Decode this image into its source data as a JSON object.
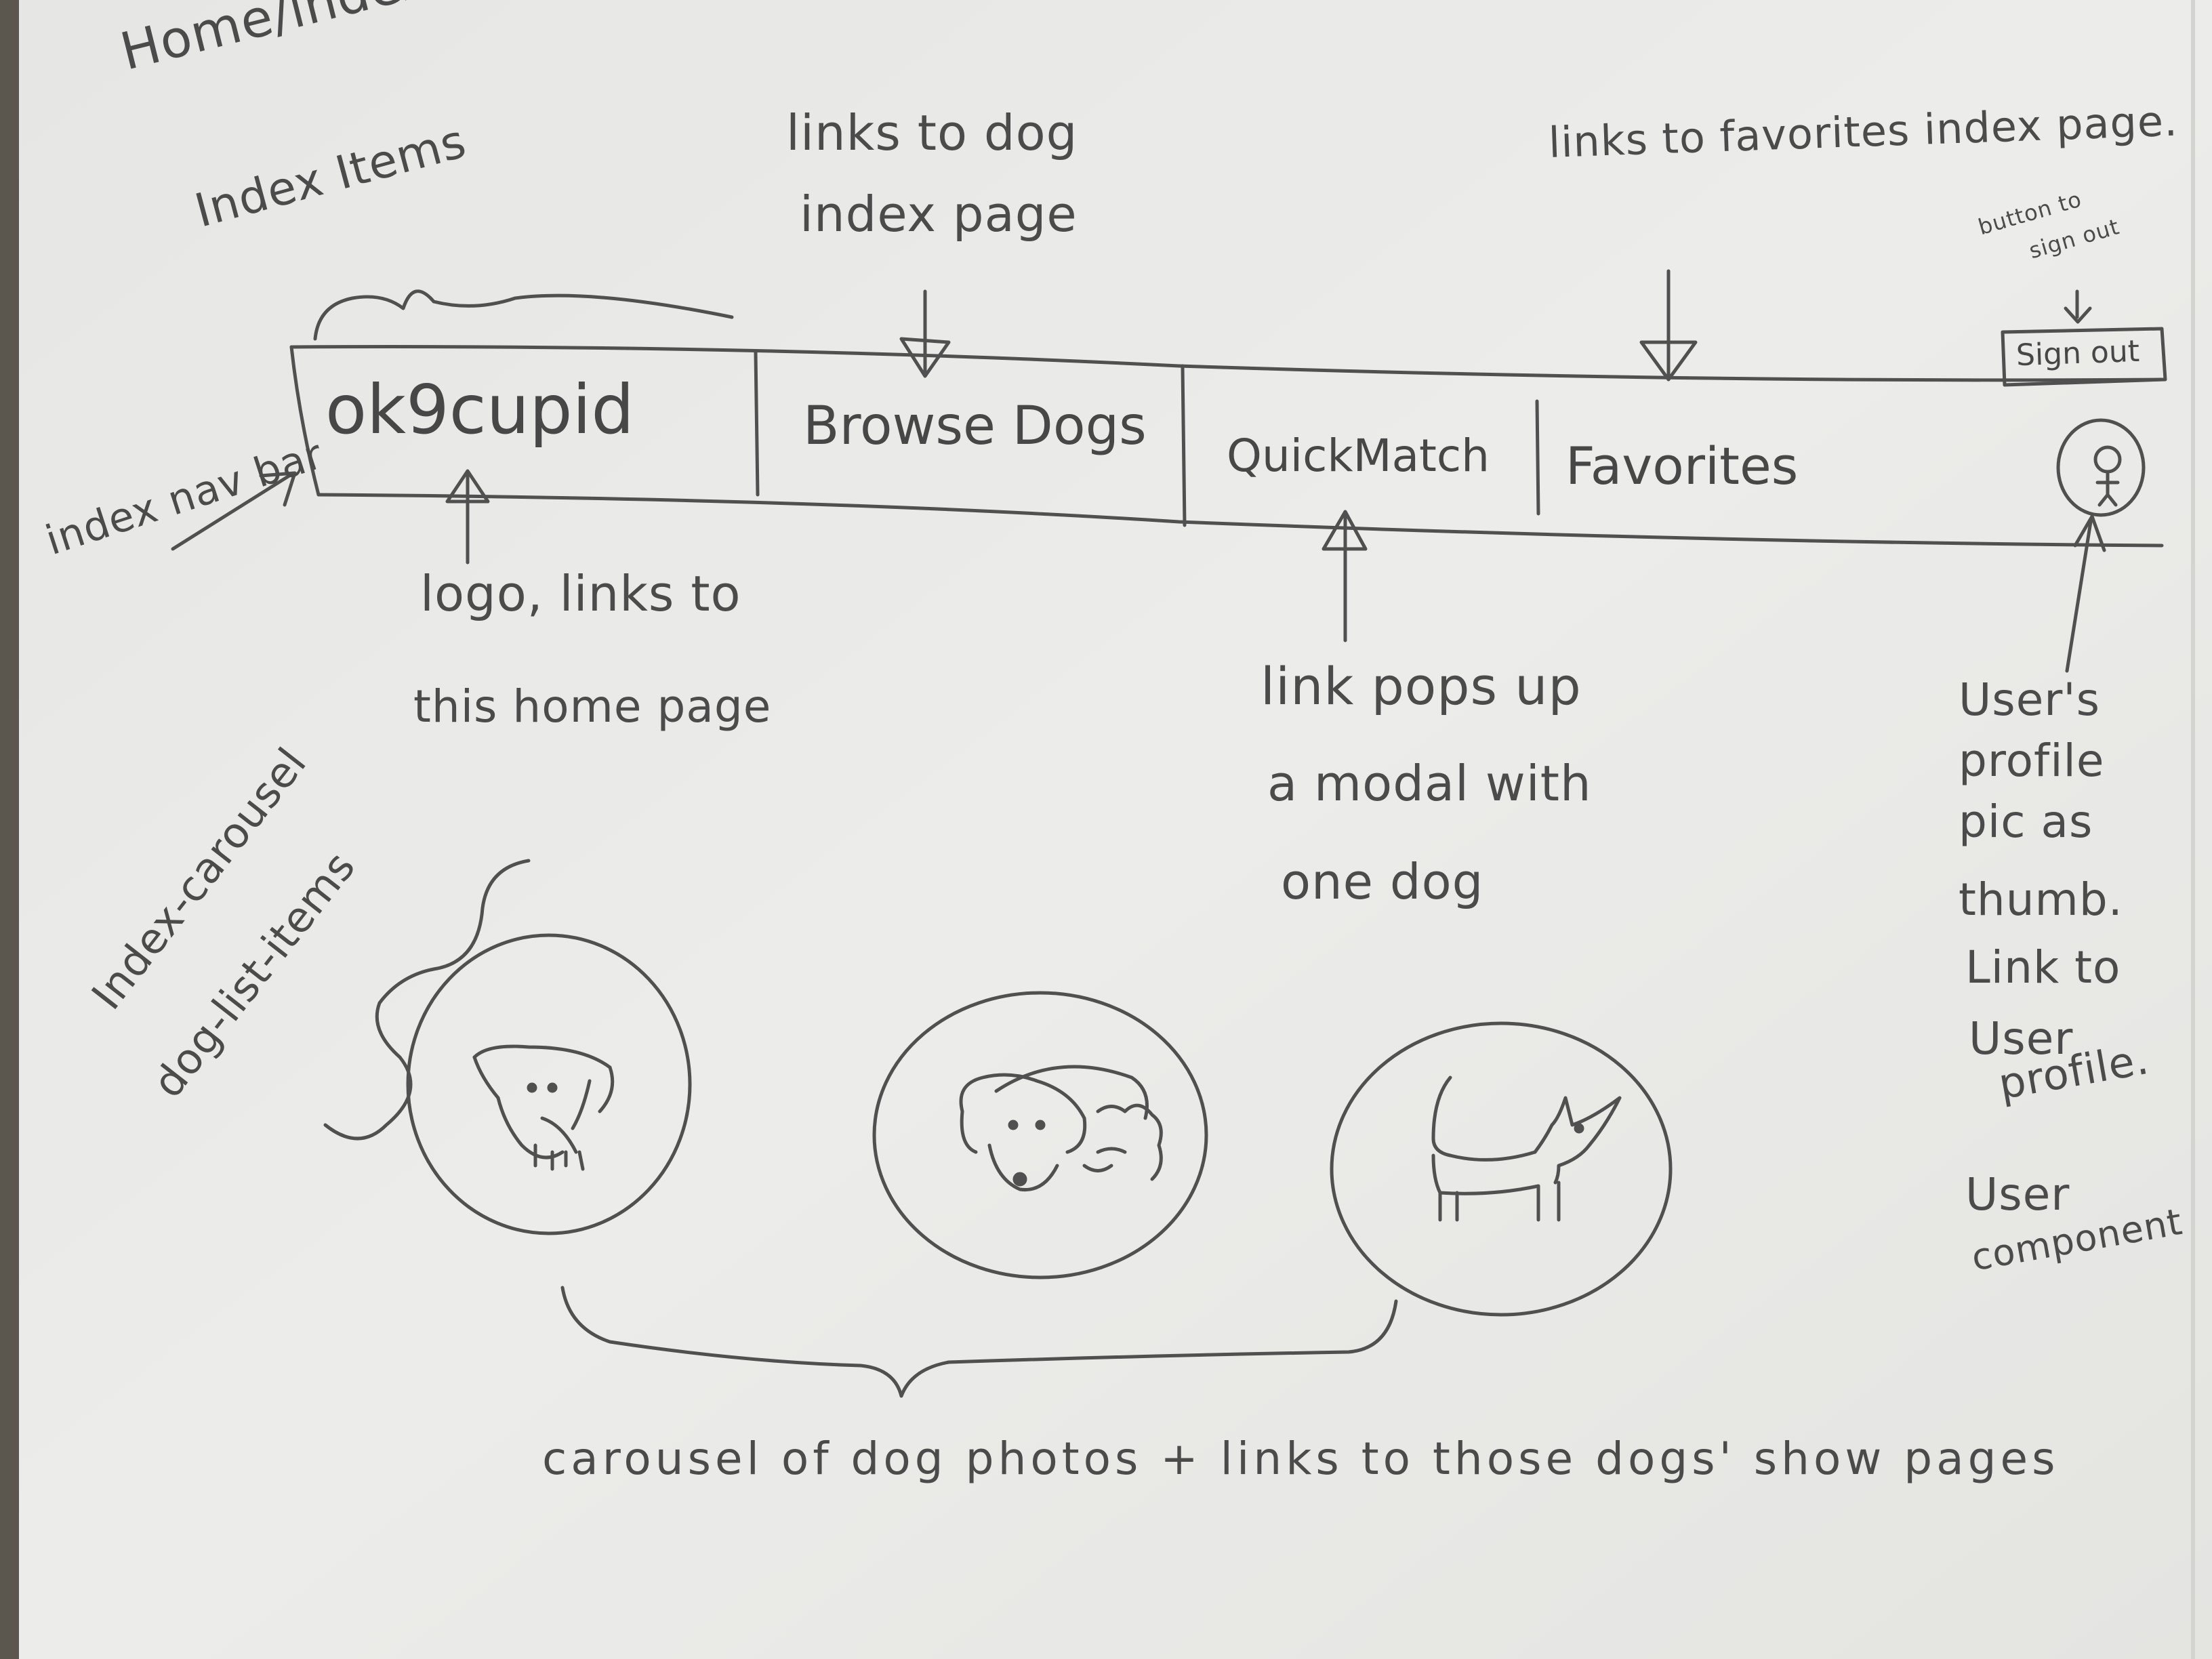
{
  "page_label": "Home/index page",
  "index_items_label": "Index Items",
  "nav_bar": {
    "annotation": "index nav bar",
    "logo": "ok9cupid",
    "browse": "Browse Dogs",
    "quickmatch": "QuickMatch",
    "favorites": "Favorites",
    "signout": "Sign out"
  },
  "annotations": {
    "browse_note": [
      "links to dog",
      "index page"
    ],
    "favorites_note": "links to favorites index page.",
    "signout_note": [
      "button to",
      "sign out"
    ],
    "logo_note": [
      "logo, links to",
      "this home page"
    ],
    "quickmatch_note": [
      "link pops up",
      "a modal with",
      "one dog"
    ],
    "profile_note": [
      "User's",
      "profile",
      "pic as",
      "thumb.",
      "Link to",
      "User",
      "profile."
    ],
    "user_component": [
      "User",
      "component"
    ],
    "carousel_items": [
      "Index-carousel",
      "dog-list-items"
    ],
    "carousel_caption": "carousel of dog photos + links to those dogs' show pages"
  },
  "carousel_dogs": [
    {
      "id": "dog-1",
      "kind": "floppy-eared puppy"
    },
    {
      "id": "dog-2",
      "kind": "fluffy dog"
    },
    {
      "id": "dog-3",
      "kind": "standing fox-like dog"
    }
  ],
  "colors": {
    "paper": "#ebebe9",
    "pencil": "#4a4a4a",
    "background": "#5b574e"
  }
}
